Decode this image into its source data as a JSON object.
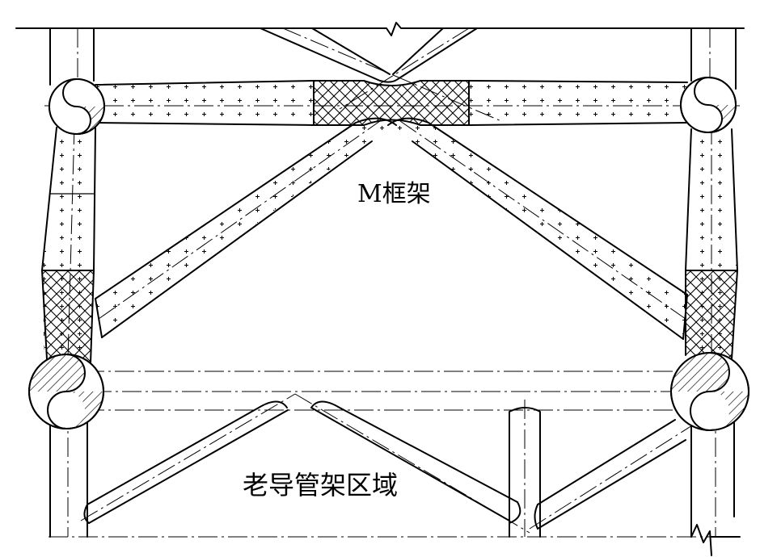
{
  "labels": {
    "m_frame": "M框架",
    "old_jacket": "老导管架区域"
  },
  "colors": {
    "line": "#000000",
    "background": "#ffffff"
  },
  "legend_fills": [
    "plus-dot-fill",
    "crosshatch-fill",
    "diagonal-hatch-fill"
  ]
}
